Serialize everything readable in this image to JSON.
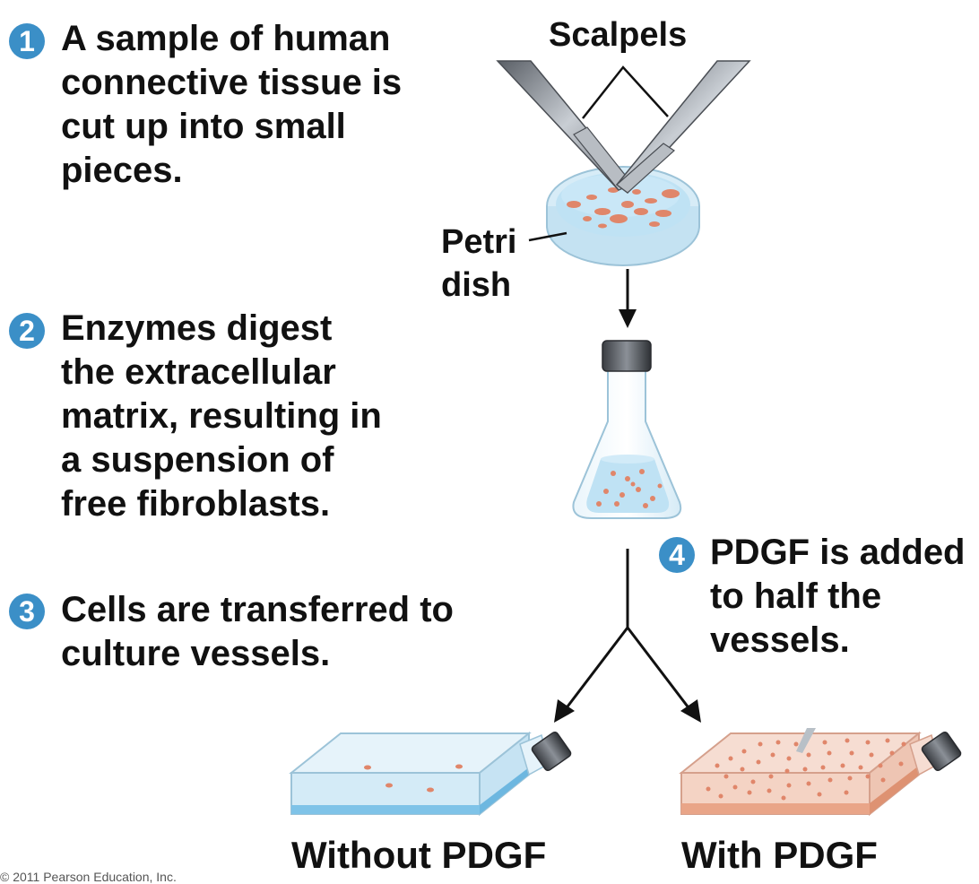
{
  "steps": [
    {
      "number": "1",
      "lines": [
        "A sample of human",
        "connective tissue is",
        "cut up into small",
        "pieces."
      ]
    },
    {
      "number": "2",
      "lines": [
        "Enzymes digest",
        "the extracellular",
        "matrix, resulting in",
        "a suspension of",
        "free fibroblasts."
      ]
    },
    {
      "number": "3",
      "lines": [
        "Cells are transferred to",
        "culture vessels."
      ]
    },
    {
      "number": "4",
      "lines": [
        "PDGF is added",
        "to half the",
        "vessels."
      ]
    }
  ],
  "labels": {
    "scalpels": "Scalpels",
    "petri_dish": [
      "Petri",
      "dish"
    ],
    "without_pdgf": "Without PDGF",
    "with_pdgf": "With PDGF"
  },
  "copyright": "© 2011 Pearson Education, Inc.",
  "colors": {
    "badge": "#3b8fc7",
    "tissue": "#e0866a",
    "liquid": "#bfe2f4"
  }
}
